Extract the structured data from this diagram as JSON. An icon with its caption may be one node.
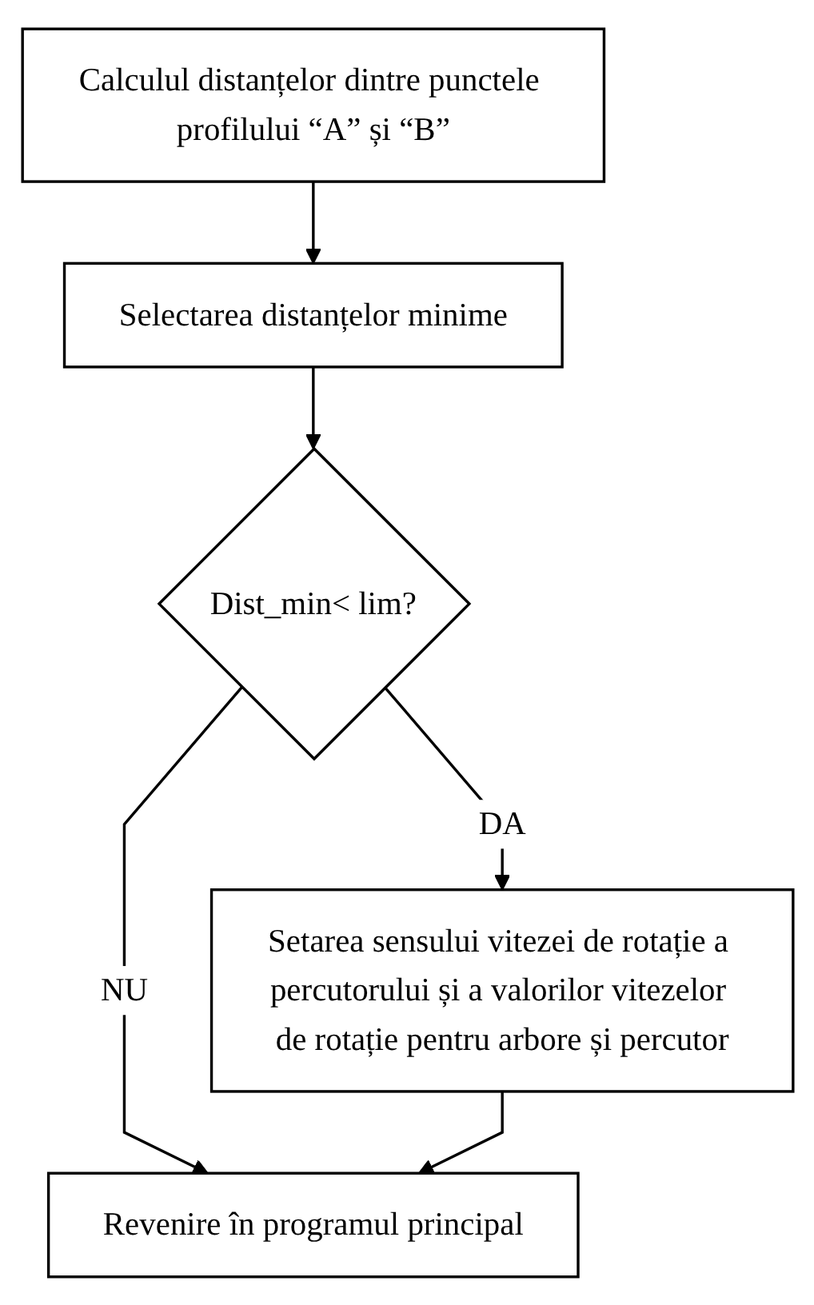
{
  "diagram": {
    "nodes": [
      {
        "text": [
          "Calculul distanțelor dintre punctele profilului “A” și “B”"
        ]
      },
      {
        "text": [
          "Selectarea distanțelor minime"
        ]
      },
      {
        "text": [
          "Dist_min< lim?"
        ]
      },
      {
        "text": [
          "Setarea sensului vitezei de rotație a percutorului și a valorilor vitezelor de rotație pentru arbore și percutor"
        ]
      },
      {
        "text": [
          "Revenire în programul principal"
        ]
      }
    ],
    "edges": [
      {
        "from": 0,
        "to": 1,
        "arrow": "to"
      },
      {
        "from": 1,
        "to": 2,
        "arrow": "to"
      },
      {
        "from": 2,
        "to": 3,
        "label": "DA",
        "arrow": "to"
      },
      {
        "from": 2,
        "to": 4,
        "label": "NU",
        "arrow": "to"
      },
      {
        "from": 3,
        "to": 4,
        "arrow": "to"
      }
    ]
  }
}
